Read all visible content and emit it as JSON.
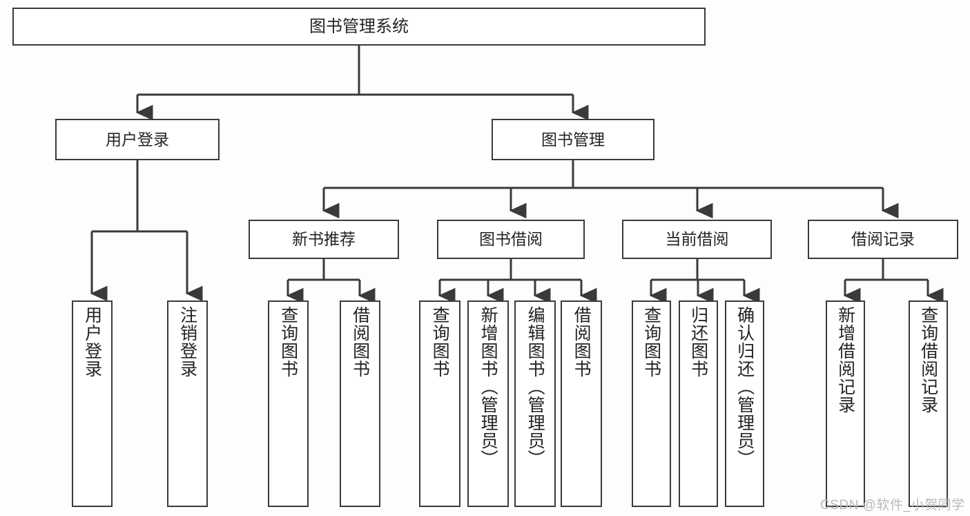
{
  "diagram": {
    "title": "图书管理系统",
    "type": "tree-hierarchy-diagram",
    "colors": {
      "background": "#fdfdfd",
      "node_fill": "#ffffff",
      "node_border": "#3a3a3a",
      "connector": "#3a3a3a",
      "text": "#232323",
      "watermark": "#b9b9b9"
    },
    "root": {
      "label": "图书管理系统"
    },
    "level2": [
      {
        "label": "用户登录"
      },
      {
        "label": "图书管理"
      }
    ],
    "level3": [
      {
        "label": "新书推荐"
      },
      {
        "label": "图书借阅"
      },
      {
        "label": "当前借阅"
      },
      {
        "label": "借阅记录"
      }
    ],
    "leaves": {
      "user_login": [
        {
          "label": "用户登录"
        },
        {
          "label": "注销登录"
        }
      ],
      "new_book_recommend": [
        {
          "label": "查询图书"
        },
        {
          "label": "借阅图书"
        }
      ],
      "book_borrow": [
        {
          "label": "查询图书"
        },
        {
          "label": "新增图书（管理员）"
        },
        {
          "label": "编辑图书（管理员）"
        },
        {
          "label": "借阅图书"
        }
      ],
      "current_borrow": [
        {
          "label": "查询图书"
        },
        {
          "label": "归还图书"
        },
        {
          "label": "确认归还（管理员）"
        }
      ],
      "borrow_records": [
        {
          "label": "新增借阅记录"
        },
        {
          "label": "查询借阅记录"
        }
      ]
    },
    "watermark": "CSDN @软件_小贺同学"
  }
}
